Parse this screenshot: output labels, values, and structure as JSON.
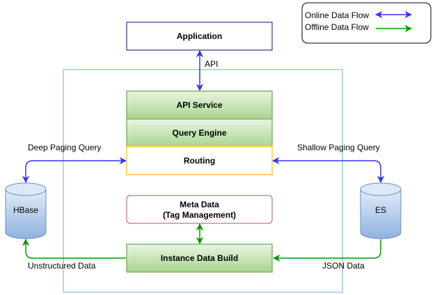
{
  "legend": {
    "online_label": "Online Data Flow",
    "offline_label": "Offline Data Flow"
  },
  "nodes": {
    "application": "Application",
    "api_service": "API Service",
    "query_engine": "Query Engine",
    "routing": "Routing",
    "meta_data_line1": "Meta Data",
    "meta_data_line2": "(Tag Management)",
    "instance_data_build": "Instance Data Build",
    "hbase": "HBase",
    "es": "ES"
  },
  "edges": {
    "api": "API",
    "deep_paging_query": "Deep Paging Query",
    "shallow_paging_query": "Shallow Paging Query",
    "unstructured_data": "Unstructured Data",
    "json_data": "JSON Data"
  },
  "colors": {
    "online_flow": "#3333ff",
    "offline_flow": "#009900",
    "container_border": "#b7d4f2",
    "green_fill": "#b9e0a5",
    "green_border": "#82b366",
    "routing_border": "#ffd966",
    "meta_border": "#b85450",
    "application_border": "#0b0b7a",
    "cylinder_fill": "#a9c4eb",
    "cylinder_border": "#6c8ebf"
  }
}
